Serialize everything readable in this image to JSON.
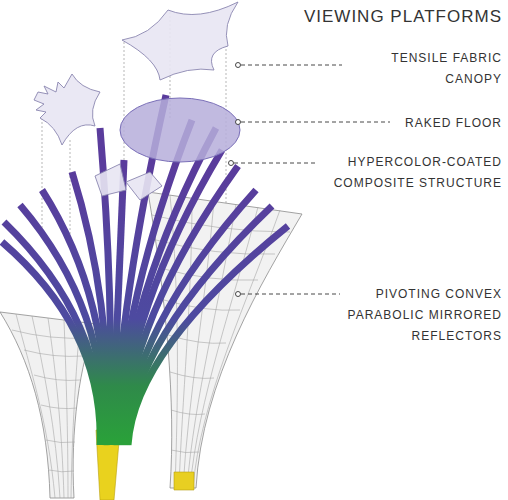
{
  "diagram": {
    "title": "VIEWING PLATFORMS",
    "labels": [
      "TENSILE FABRIC CANOPY",
      "RAKED FLOOR",
      "HYPERCOLOR-COATED COMPOSITE STRUCTURE",
      "PIVOTING CONVEX PARABOLIC MIRRORED REFLECTORS"
    ]
  }
}
